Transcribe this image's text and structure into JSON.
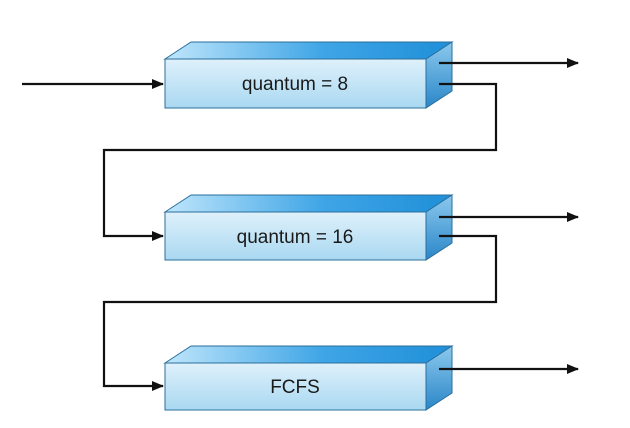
{
  "queues": [
    {
      "label": "quantum = 8"
    },
    {
      "label": "quantum = 16"
    },
    {
      "label": "FCFS"
    }
  ],
  "colors": {
    "front_face_top": "#dff1fb",
    "front_face_bottom": "#a9d8f1",
    "top_face_light": "#bfe6fb",
    "top_face_dark": "#1f8fd8",
    "side_face_light": "#8cc9ee",
    "side_face_dark": "#2a86c8",
    "arrow": "#111111"
  }
}
